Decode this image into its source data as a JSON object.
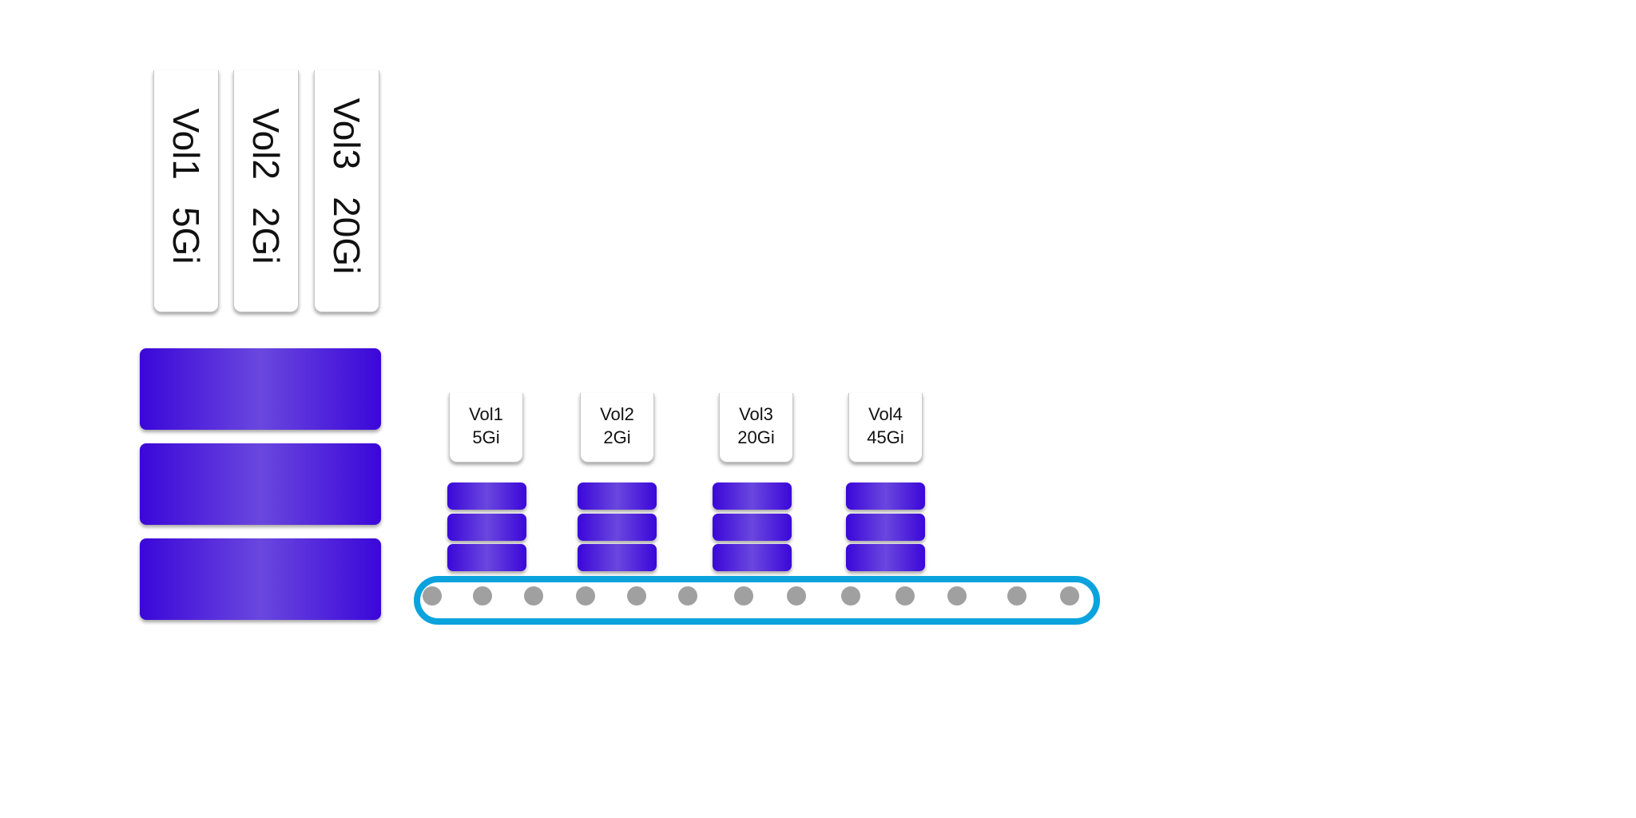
{
  "vertical_labels": [
    {
      "name": "Vol1",
      "size": "5Gi"
    },
    {
      "name": "Vol2",
      "size": "2Gi"
    },
    {
      "name": "Vol3",
      "size": "20Gi"
    }
  ],
  "volumes": [
    {
      "name": "Vol1",
      "size": "5Gi"
    },
    {
      "name": "Vol2",
      "size": "2Gi"
    },
    {
      "name": "Vol3",
      "size": "20Gi"
    },
    {
      "name": "Vol4",
      "size": "45Gi"
    }
  ],
  "colors": {
    "disk": "#3b07d9",
    "disk_highlight": "#6a47de",
    "belt": "#0aa3dd",
    "roller": "#a0a0a0"
  }
}
